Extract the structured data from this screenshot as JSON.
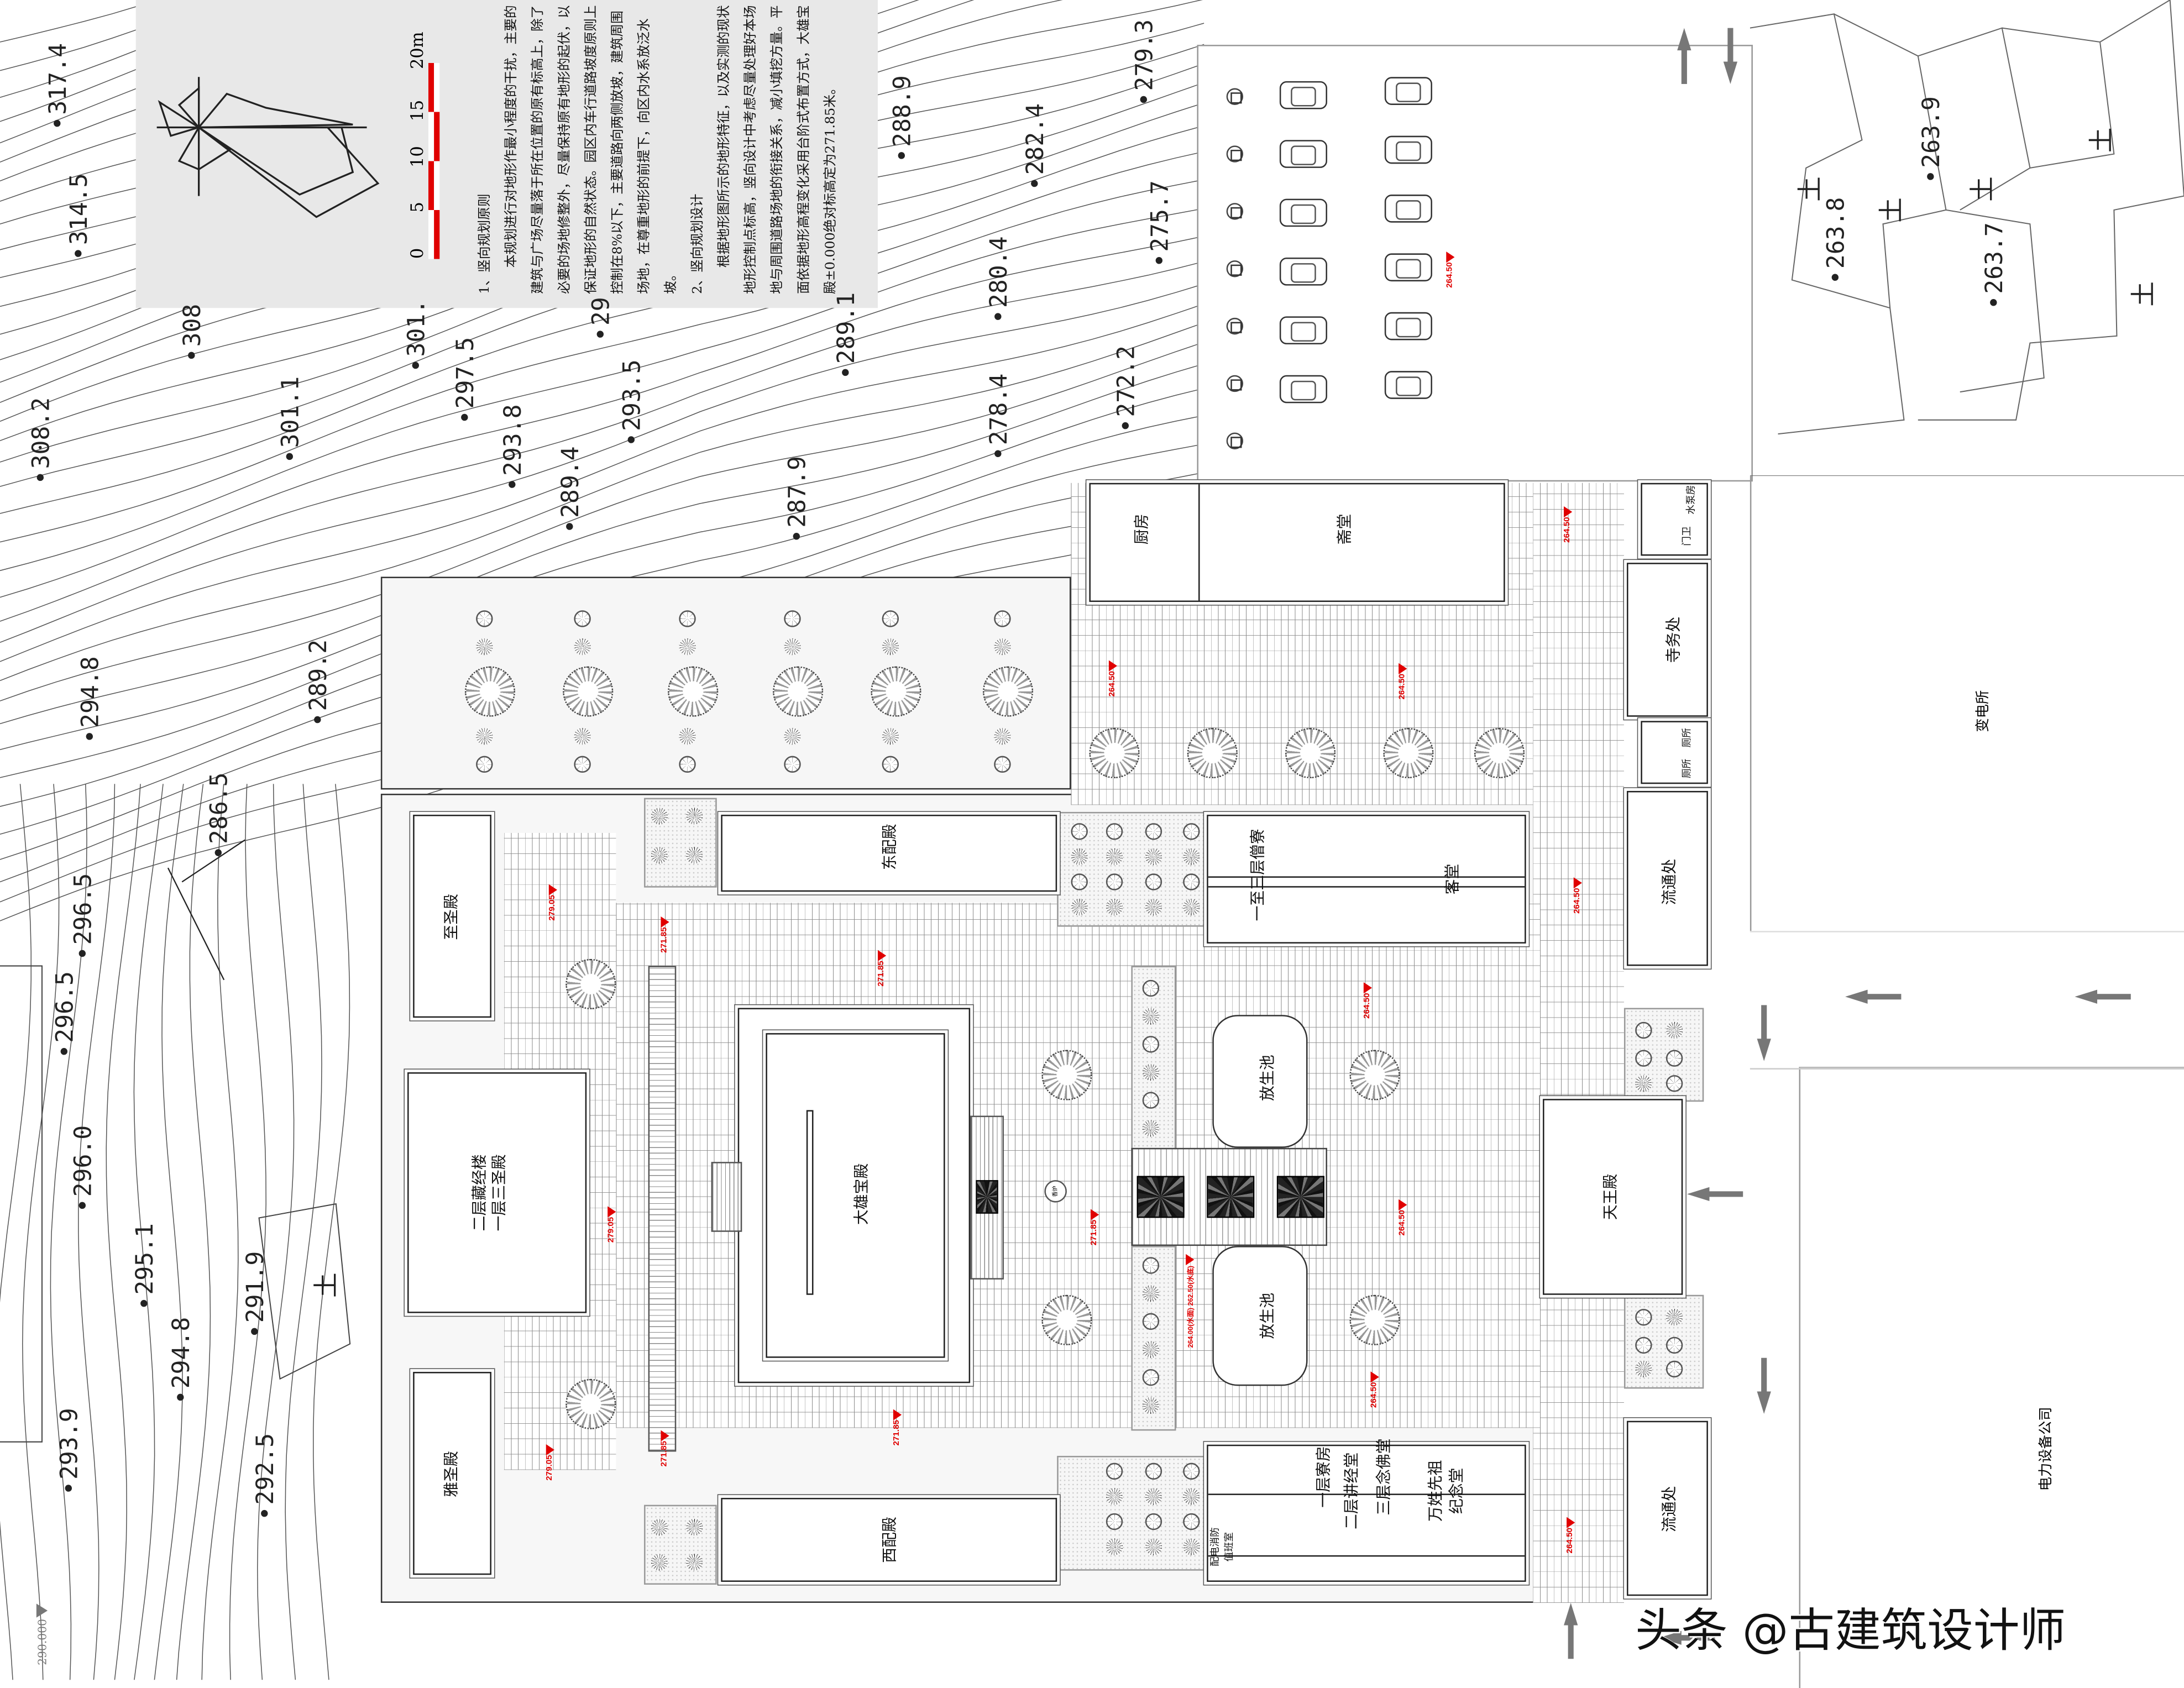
{
  "notes": {
    "heading_1": "1、竖向规划原则",
    "para_1": "本规划进行对地形作最小程度的干扰，主要的建筑与广场尽量落于所在位置的原有标高上，除了必要的场地修整外，尽量保持原有地形的起伏，以保证地形的自然状态。园区内车行道路坡度原则上控制在8%以下，主要道路向两侧放坡，建筑周围场地，在尊重地形的前提下，向区内水系放泛水坡。",
    "heading_2": "2、竖向规划设计",
    "para_2": "根据地形图所示的地形特征，以及实测的现状地形控制点标高，竖向设计中考虑尽量处理好本场地与周围道路场地的衔接关系，减小填挖方量。平面依据地形高程变化采用台阶式布置方式，大雄宝殿±0.000绝对标高定为271.85米。"
  },
  "scale_bar": {
    "ticks": [
      "0",
      "5",
      "10",
      "15",
      "20m"
    ],
    "color": "#e00000"
  },
  "buildings": {
    "kitchen": "厨房",
    "dining_hall": "斋堂",
    "pump_room": "水泵房",
    "guard_room": "门卫",
    "temple_office": "寺务处",
    "toilet_1": "厕所",
    "toilet_2": "厕所",
    "shop_north": "流通处",
    "shop_south": "流通处",
    "monk_quarters": "一至三层僧寮",
    "guest_hall": "客堂",
    "east_hall": "东配殿",
    "zhisheng_hall": "至圣殿",
    "sutra_library_line1": "二层藏经楼",
    "sutra_library_line2": "一层三圣殿",
    "yasheng_hall": "雅圣殿",
    "main_hall": "大雄宝殿",
    "pond_north": "放生池",
    "pond_south": "放生池",
    "heavenly_kings_hall": "天王殿",
    "west_hall": "西配殿",
    "dorm_line1": "一层寮房",
    "dorm_line2": "二层讲经堂",
    "dorm_line3": "三层念佛堂",
    "memorial_line1": "万姓先祖",
    "memorial_line2": "纪念堂",
    "duty_room_line1": "配电消防",
    "duty_room_line2": "值班室",
    "incense": "香炉"
  },
  "neighbors": {
    "substation": "变电所",
    "power_company": "电力设备公司",
    "soil_mark": "土"
  },
  "elevations": {
    "e264": "264.50",
    "e271": "271.85",
    "e279": "279.05",
    "pond_levels": "264.00(水面) 262.50(水底)",
    "datum": "290.000"
  },
  "topo_points": [
    "317.4",
    "314.5",
    "308",
    "308.2",
    "301.1",
    "301.",
    "297.5",
    "293.8",
    "293.5",
    "29",
    "289.4",
    "289.1",
    "287.9",
    "288.9",
    "279.3",
    "282.4",
    "280.4",
    "278.4",
    "275.7",
    "272.2",
    "294.8",
    "289.2",
    "286.5",
    "296.5",
    "296.5",
    "296.0",
    "295.1",
    "291.9",
    "294.8",
    "293.9",
    "292.5",
    "263.9",
    "263.8",
    "263.7"
  ],
  "watermark": "头条 @古建筑设计师",
  "colors": {
    "elevation_marker": "#e00000",
    "notes_panel": "#e8e8e8",
    "arrow": "#777777"
  }
}
